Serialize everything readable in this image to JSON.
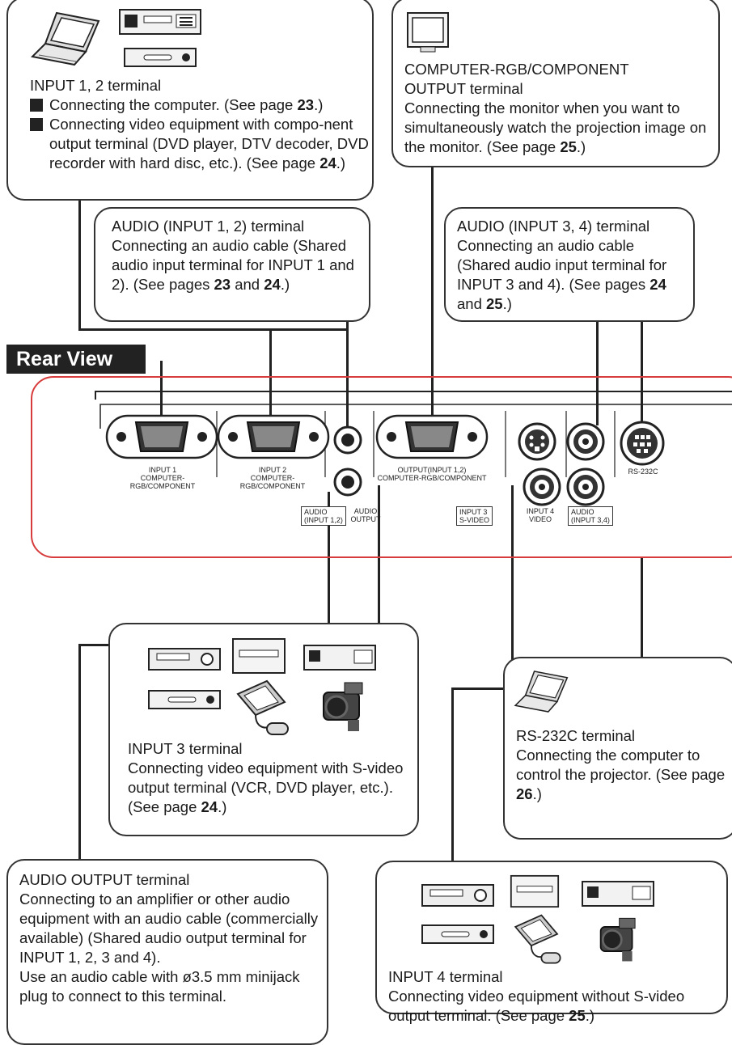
{
  "input12": {
    "heading": "INPUT 1, 2 terminal",
    "b1": "Connecting the computer. (See page ",
    "b1_page": "23",
    "b1_end": ".)",
    "b2": "Connecting video equipment with compo-nent output terminal (DVD player, DTV decoder, DVD recorder with hard disc, etc.). (See page ",
    "b2_page": "24",
    "b2_end": ".)"
  },
  "output_rgb": {
    "heading1": "COMPUTER-RGB/COMPONENT",
    "heading2": "OUTPUT terminal",
    "text": "Connecting the monitor when you want to simultaneously watch the projection image on the monitor. (See page ",
    "page": "25",
    "end": ".)"
  },
  "audio12": {
    "heading": "AUDIO (INPUT 1, 2) terminal",
    "text": "Connecting an audio cable (Shared audio input terminal for INPUT 1 and 2). (See pages ",
    "page1": "23",
    "mid": " and ",
    "page2": "24",
    "end": ".)"
  },
  "audio34": {
    "heading": "AUDIO (INPUT 3, 4) terminal",
    "text": "Connecting an audio cable (Shared audio input terminal for INPUT 3 and 4). (See pages ",
    "page1": "24",
    "mid": " and ",
    "page2": "25",
    "end": ".)"
  },
  "rear_view": "Rear View",
  "panel": {
    "input1": "INPUT 1",
    "input2": "INPUT 2",
    "rgb_comp": "COMPUTER-RGB/COMPONENT",
    "output": "OUTPUT(INPUT 1,2)",
    "audio_in": "AUDIO",
    "audio_in_sub": "(INPUT 1,2)",
    "audio_out": "AUDIO",
    "audio_out_sub": "OUTPUT",
    "input3": "INPUT 3",
    "svideo": "S-VIDEO",
    "input4": "INPUT 4",
    "video": "VIDEO",
    "audio34": "AUDIO",
    "audio34_sub": "(INPUT 3,4)",
    "rs232c": "RS-232C"
  },
  "input3": {
    "heading": "INPUT 3 terminal",
    "text": "Connecting video equipment with S-video output terminal (VCR, DVD player, etc.). (See page ",
    "page": "24",
    "end": ".)"
  },
  "rs232": {
    "heading": "RS-232C terminal",
    "text": "Connecting the computer to control the projector. (See page ",
    "page": "26",
    "end": ".)"
  },
  "audio_output": {
    "heading": "AUDIO OUTPUT terminal",
    "text1": "Connecting to an amplifier or other audio equipment with an audio cable (commercially available) (Shared audio output terminal for INPUT 1, 2, 3 and 4).",
    "text2": "Use an audio cable with ø3.5 mm minijack plug to connect to this terminal."
  },
  "input4": {
    "heading": "INPUT 4 terminal",
    "text": "Connecting video equipment without S-video output terminal. (See page ",
    "page": "25",
    "end": ".)"
  },
  "icons": [
    "laptop-icon",
    "vcr-icon",
    "dvd-player-icon",
    "monitor-icon",
    "game-console-icon",
    "camcorder-icon",
    "svideo-port-icon",
    "rca-jack-icon",
    "vga-port-icon",
    "rs232-port-icon"
  ]
}
